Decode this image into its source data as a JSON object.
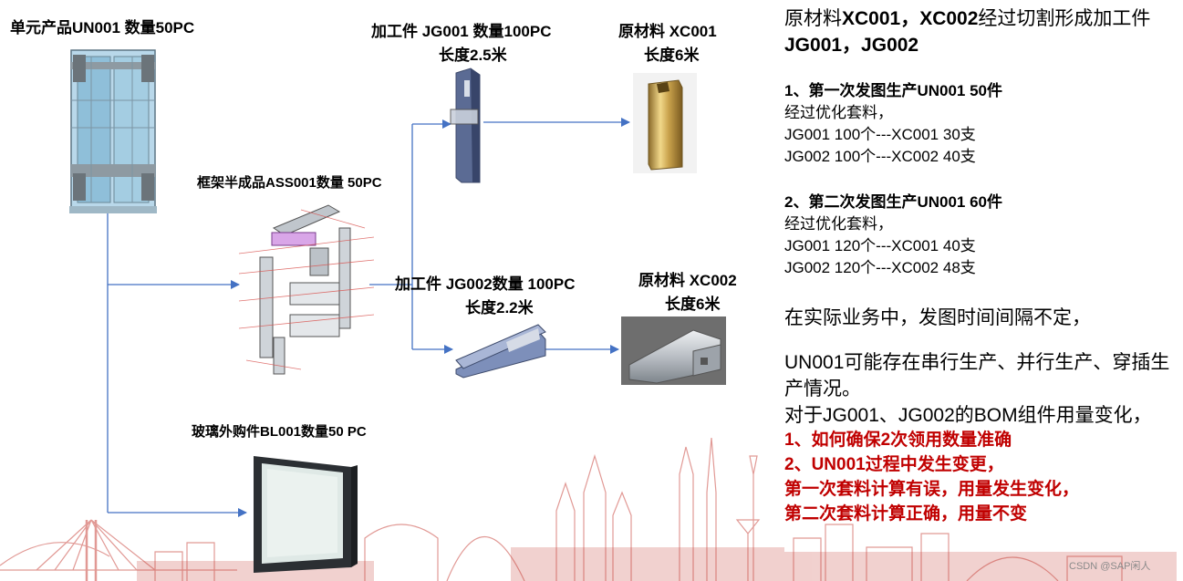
{
  "labels": {
    "unit_product": "单元产品UN001 数量50PC",
    "frame_semi": "框架半成品ASS001数量 50PC",
    "glass_part": "玻璃外购件BL001数量50 PC",
    "jg001_title": "加工件 JG001 数量100PC",
    "jg001_length": "长度2.5米",
    "jg002_title": "加工件 JG002数量 100PC",
    "jg002_length": "长度2.2米",
    "xc001_title": "原材料 XC001",
    "xc001_length": "长度6米",
    "xc002_title": "原材料 XC002",
    "xc002_length": "长度6米"
  },
  "notes": {
    "intro_prefix": "原材料",
    "intro_bold1": "XC001，XC002",
    "intro_mid": "经过切割形成加工件",
    "intro_bold2": "JG001，JG002",
    "first_title": "1、第一次发图生产UN001 50件",
    "first_sub": "经过优化套料，",
    "first_line1": "JG001 100个---XC001 30支",
    "first_line2": "JG002 100个---XC002 40支",
    "second_title": "2、第二次发图生产UN001 60件",
    "second_sub": "经过优化套料，",
    "second_line1": "JG001 120个---XC001 40支",
    "second_line2": "JG002 120个---XC002 48支",
    "business1": "在实际业务中，发图时间间隔不定，",
    "business2": "UN001可能存在串行生产、并行生产、穿插生产情况。",
    "business3": "对于JG001、JG002的BOM组件用量变化，",
    "q1": "1、如何确保2次领用数量准确",
    "q2": "2、UN001过程中发生变更，",
    "q3": "第一次套料计算有误，用量发生变化，",
    "q4": "第二次套料计算正确，用量不变"
  },
  "watermark": "CSDN @SAP闲人",
  "colors": {
    "arrow": "#4472c4",
    "question": "#c00000",
    "skyline": "#c9473f"
  }
}
